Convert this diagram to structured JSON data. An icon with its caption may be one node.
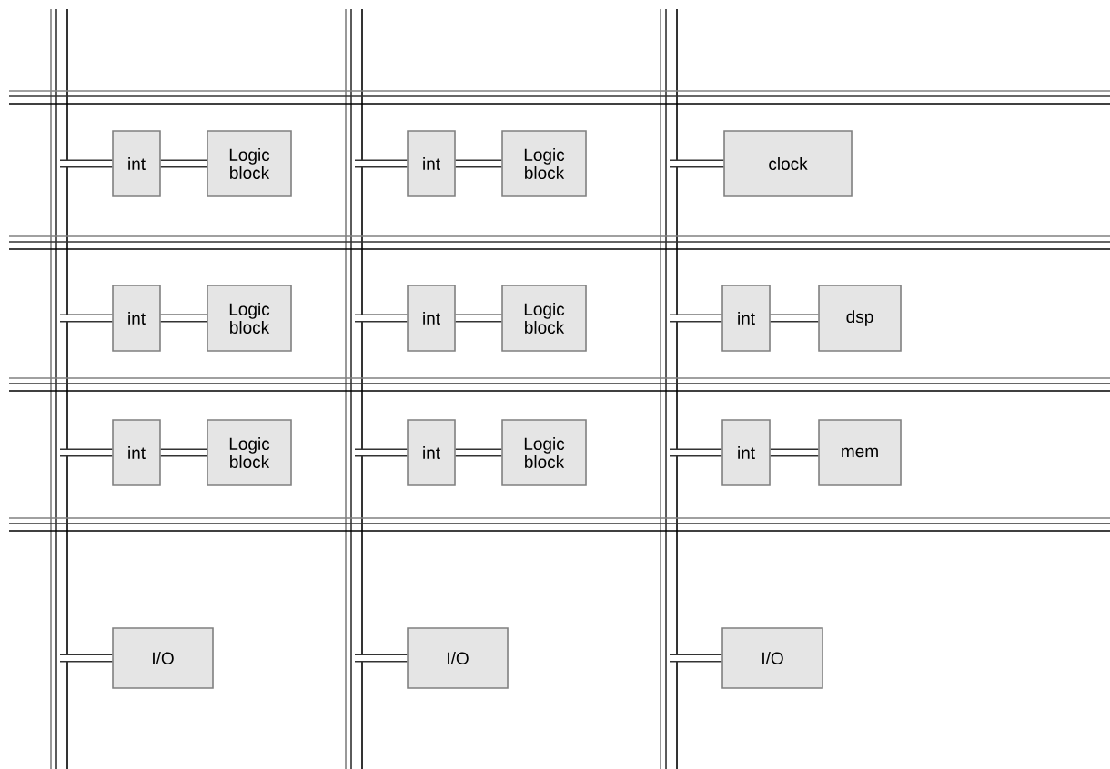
{
  "diagram": {
    "nodes": [
      {
        "text": [
          "int"
        ]
      },
      {
        "text": [
          "Logic block"
        ]
      },
      {
        "text": [
          "int"
        ]
      },
      {
        "text": [
          "Logic block"
        ]
      },
      {
        "text": [
          "clock"
        ]
      },
      {
        "text": [
          "int"
        ]
      },
      {
        "text": [
          "Logic block"
        ]
      },
      {
        "text": [
          "int"
        ]
      },
      {
        "text": [
          "Logic block"
        ]
      },
      {
        "text": [
          "int"
        ]
      },
      {
        "text": [
          "dsp"
        ]
      },
      {
        "text": [
          "int"
        ]
      },
      {
        "text": [
          "Logic block"
        ]
      },
      {
        "text": [
          "int"
        ]
      },
      {
        "text": [
          "Logic block"
        ]
      },
      {
        "text": [
          "int"
        ]
      },
      {
        "text": [
          "mem"
        ]
      },
      {
        "text": [
          "I/O"
        ]
      },
      {
        "text": [
          "I/O"
        ]
      },
      {
        "text": [
          "I/O"
        ]
      }
    ],
    "edges": [
      {
        "from": null,
        "to": 0,
        "arrow": "none"
      },
      {
        "from": 0,
        "to": 1,
        "arrow": "none"
      },
      {
        "from": null,
        "to": 2,
        "arrow": "none"
      },
      {
        "from": 2,
        "to": 3,
        "arrow": "none"
      },
      {
        "from": null,
        "to": 4,
        "arrow": "none"
      },
      {
        "from": null,
        "to": 5,
        "arrow": "none"
      },
      {
        "from": 5,
        "to": 6,
        "arrow": "none"
      },
      {
        "from": null,
        "to": 7,
        "arrow": "none"
      },
      {
        "from": 7,
        "to": 8,
        "arrow": "none"
      },
      {
        "from": null,
        "to": 9,
        "arrow": "none"
      },
      {
        "from": 9,
        "to": 10,
        "arrow": "none"
      },
      {
        "from": null,
        "to": 11,
        "arrow": "none"
      },
      {
        "from": 11,
        "to": 12,
        "arrow": "none"
      },
      {
        "from": null,
        "to": 13,
        "arrow": "none"
      },
      {
        "from": 13,
        "to": 14,
        "arrow": "none"
      },
      {
        "from": null,
        "to": 15,
        "arrow": "none"
      },
      {
        "from": 15,
        "to": 16,
        "arrow": "none"
      },
      {
        "from": null,
        "to": 17,
        "arrow": "none"
      },
      {
        "from": null,
        "to": 18,
        "arrow": "none"
      },
      {
        "from": null,
        "to": 19,
        "arrow": "none"
      }
    ]
  }
}
